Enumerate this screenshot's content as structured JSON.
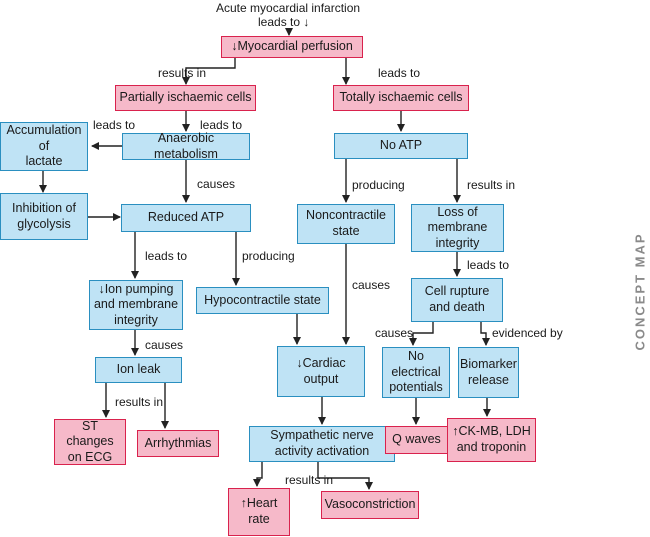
{
  "title_line1": "Acute myocardial infarction",
  "title_line2": "leads to ↓",
  "side_title": "CONCEPT MAP",
  "colors": {
    "pink_fill": "#f6b9c9",
    "pink_border": "#d9224d",
    "blue_fill": "#bfe3f5",
    "blue_border": "#2a8fc0",
    "side_title": "#8a8a8a"
  },
  "nodes": {
    "myocardial_perfusion": "↓Myocardial perfusion",
    "partially_ischaemic": "Partially ischaemic cells",
    "totally_ischaemic": "Totally ischaemic cells",
    "accumulation_lactate": "Accumulation of\nlactate",
    "anaerobic_metabolism": "Anaerobic metabolism",
    "no_atp": "No ATP",
    "inhibition_glycolysis": "Inhibition of\nglycolysis",
    "reduced_atp": "Reduced ATP",
    "noncontractile_state": "Noncontractile\nstate",
    "loss_membrane_integrity": "Loss of\nmembrane\nintegrity",
    "ion_pumping": "↓Ion pumping\nand membrane\nintegrity",
    "hypocontractile_state": "Hypocontractile state",
    "cell_rupture": "Cell rupture\nand death",
    "ion_leak": "Ion leak",
    "cardiac_output": "↓Cardiac\noutput",
    "no_electrical_potentials": "No\nelectrical\npotentials",
    "biomarker_release": "Biomarker\nrelease",
    "st_changes": "ST changes\non ECG",
    "arrhythmias": "Arrhythmias",
    "sympathetic_activation": "Sympathetic nerve\nactivity activation",
    "q_waves": "Q waves",
    "ck_mb": "↑CK-MB, LDH\nand troponin",
    "heart_rate": "↑Heart\nrate",
    "vasoconstriction": "Vasoconstriction"
  },
  "labels": {
    "results_in_partial": "results in",
    "leads_to_total": "leads to",
    "leads_to_lactate": "leads to",
    "leads_to_anaerobic": "leads to",
    "causes_reduced": "causes",
    "producing_noncontractile": "producing",
    "results_in_loss": "results in",
    "leads_to_ion_pumping": "leads to",
    "producing_hypo": "producing",
    "causes_cardiac": "causes",
    "leads_to_rupture": "leads to",
    "causes_ion_leak": "causes",
    "causes_no_electrical": "causes",
    "evidenced_by": "evidenced by",
    "results_in_ion_leak": "results in",
    "results_in_sympathetic": "results in"
  }
}
